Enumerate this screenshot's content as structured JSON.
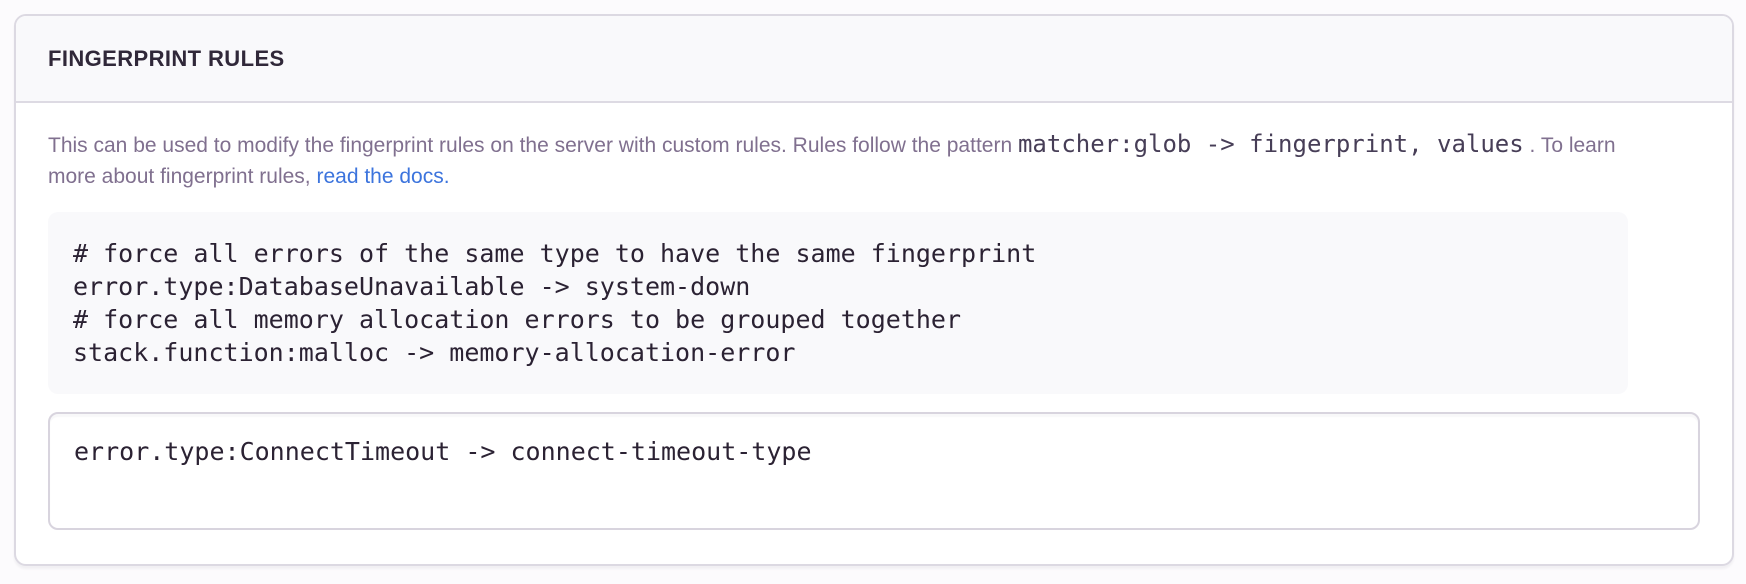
{
  "panel": {
    "title": "FINGERPRINT RULES",
    "description": {
      "text_before_code": "This can be used to modify the fingerprint rules on the server with custom rules. Rules follow the pattern ",
      "inline_code": "matcher:glob -> fingerprint, values",
      "text_after_code": " . To learn more about fingerprint rules, ",
      "link_label": "read the docs."
    },
    "example_code_lines": [
      "# force all errors of the same type to have the same fingerprint",
      "error.type:DatabaseUnavailable -> system-down",
      "# force all memory allocation errors to be grouped together",
      "stack.function:malloc -> memory-allocation-error"
    ],
    "textarea_value": "error.type:ConnectTimeout -> connect-timeout-type"
  },
  "colors": {
    "link": "#3c74dd",
    "title_text": "#302839",
    "body_text": "#80708f",
    "code_text": "#2b2233",
    "panel_border": "#dcd9e2",
    "panel_header_bg": "#f9f9fb",
    "code_block_bg": "#f9f9fb"
  }
}
